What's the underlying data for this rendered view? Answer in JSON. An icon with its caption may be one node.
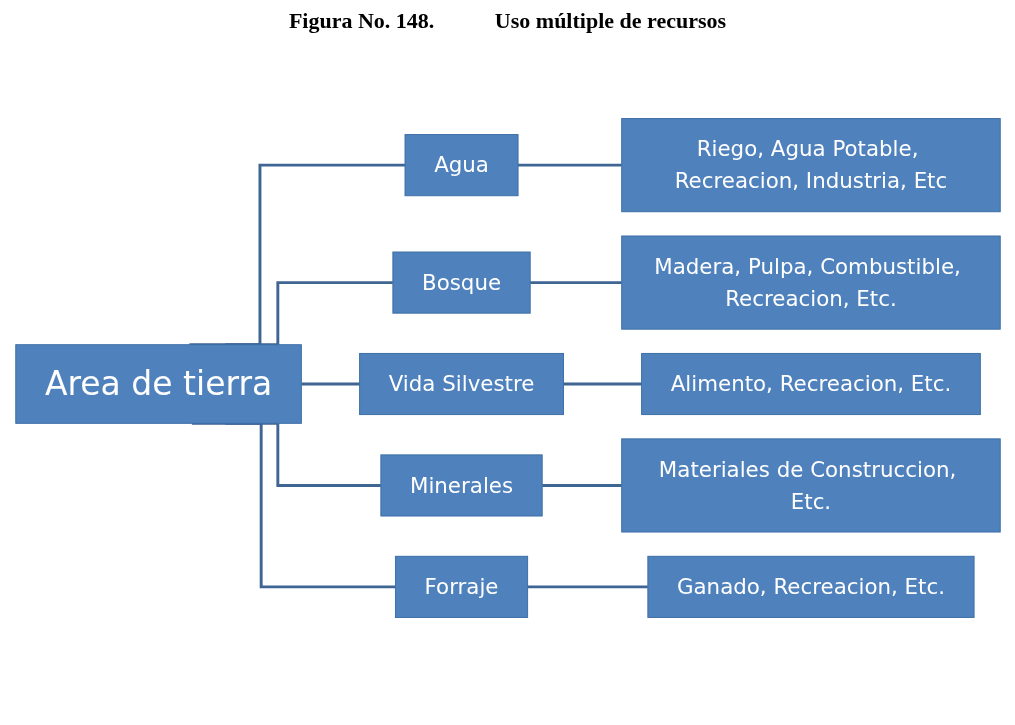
{
  "diagram": {
    "title": "Figura No. 148.           Uso múltiple de recursos",
    "nodes": [
      {
        "text": [
          "Area de tierra"
        ]
      },
      {
        "text": [
          "Agua"
        ]
      },
      {
        "text": [
          "Bosque"
        ]
      },
      {
        "text": [
          "Vida Silvestre"
        ]
      },
      {
        "text": [
          "Minerales"
        ]
      },
      {
        "text": [
          "Forraje"
        ]
      },
      {
        "text": [
          "Riego, Agua Potable, Recreacion, Industria, Etc"
        ]
      },
      {
        "text": [
          "Madera, Pulpa, Combustible, Recreacion, Etc."
        ]
      },
      {
        "text": [
          "Alimento, Recreacion, Etc."
        ]
      },
      {
        "text": [
          "Materiales de Construccion, Etc."
        ]
      },
      {
        "text": [
          "Ganado, Recreacion, Etc."
        ]
      }
    ],
    "edges": [
      {
        "from": 0,
        "to": 1,
        "arrow": "none"
      },
      {
        "from": 0,
        "to": 2,
        "arrow": "none"
      },
      {
        "from": 0,
        "to": 3,
        "arrow": "none"
      },
      {
        "from": 0,
        "to": 4,
        "arrow": "none"
      },
      {
        "from": 0,
        "to": 5,
        "arrow": "none"
      },
      {
        "from": 1,
        "to": 6,
        "arrow": "none"
      },
      {
        "from": 2,
        "to": 7,
        "arrow": "none"
      },
      {
        "from": 3,
        "to": 8,
        "arrow": "none"
      },
      {
        "from": 4,
        "to": 9,
        "arrow": "none"
      },
      {
        "from": 5,
        "to": 10,
        "arrow": "none"
      }
    ]
  }
}
